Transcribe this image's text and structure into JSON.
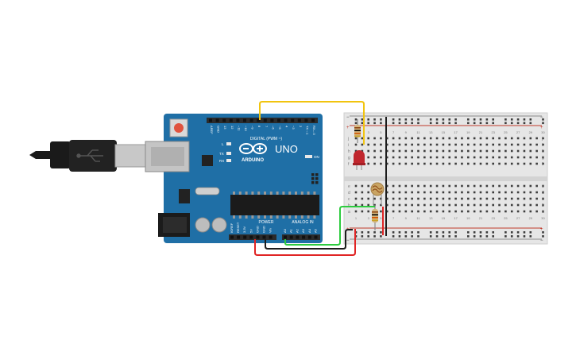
{
  "arduino": {
    "brand": "ARDUINO",
    "model": "UNO",
    "on_label": "ON",
    "tx_label": "TX",
    "rx_label": "RX",
    "l_label": "L",
    "digital_header": "DIGITAL (PWM ~)",
    "power_header": "POWER",
    "analog_header": "ANALOG IN",
    "digital_pins": [
      "AREF",
      "GND",
      "13",
      "12",
      "~11",
      "~10",
      "~9",
      "8",
      "7",
      "~6",
      "~5",
      "4",
      "~3",
      "2",
      "TX→1",
      "RX←0"
    ],
    "power_pins": [
      "IOREF",
      "RESET",
      "3.3V",
      "5V",
      "GND",
      "GND",
      "Vin"
    ],
    "analog_pins": [
      "A0",
      "A1",
      "A2",
      "A3",
      "A4",
      "A5"
    ],
    "colors": {
      "board": "#1f6fa6",
      "header": "#2b2b2b",
      "text": "#ffffff"
    }
  },
  "breadboard": {
    "column_numbers": [
      "1",
      "",
      "3",
      "",
      "5",
      "",
      "7",
      "",
      "9",
      "",
      "11",
      "",
      "13",
      "",
      "15",
      "",
      "17",
      "",
      "19",
      "",
      "21",
      "",
      "23",
      "",
      "25",
      "",
      "27",
      "",
      "29",
      "",
      "30"
    ],
    "row_letters_top": [
      "j",
      "i",
      "h",
      "g",
      "f"
    ],
    "row_letters_bottom": [
      "e",
      "d",
      "c",
      "b",
      "a"
    ],
    "rail_plus": "+",
    "rail_minus": "−",
    "colors": {
      "body": "#e6e6e6",
      "hole": "#3d3d3d",
      "rail_red": "#c0392b",
      "rail_black": "#333333"
    }
  },
  "components": {
    "led": {
      "color": "#c0262d"
    },
    "photoresistor": {
      "color": "#c9a463"
    },
    "resistor": {
      "color": "#d4b47c",
      "bands": [
        "#8b4513",
        "#000000",
        "#d35400",
        "#c9a227"
      ]
    }
  },
  "wires": {
    "colors": {
      "yellow": "#f1c40f",
      "red": "#e02424",
      "black": "#1c1c1c",
      "green": "#2ecc40"
    }
  },
  "usb_cable": {
    "color": "#1a1a1a",
    "plug_color": "#c8c8c8"
  }
}
